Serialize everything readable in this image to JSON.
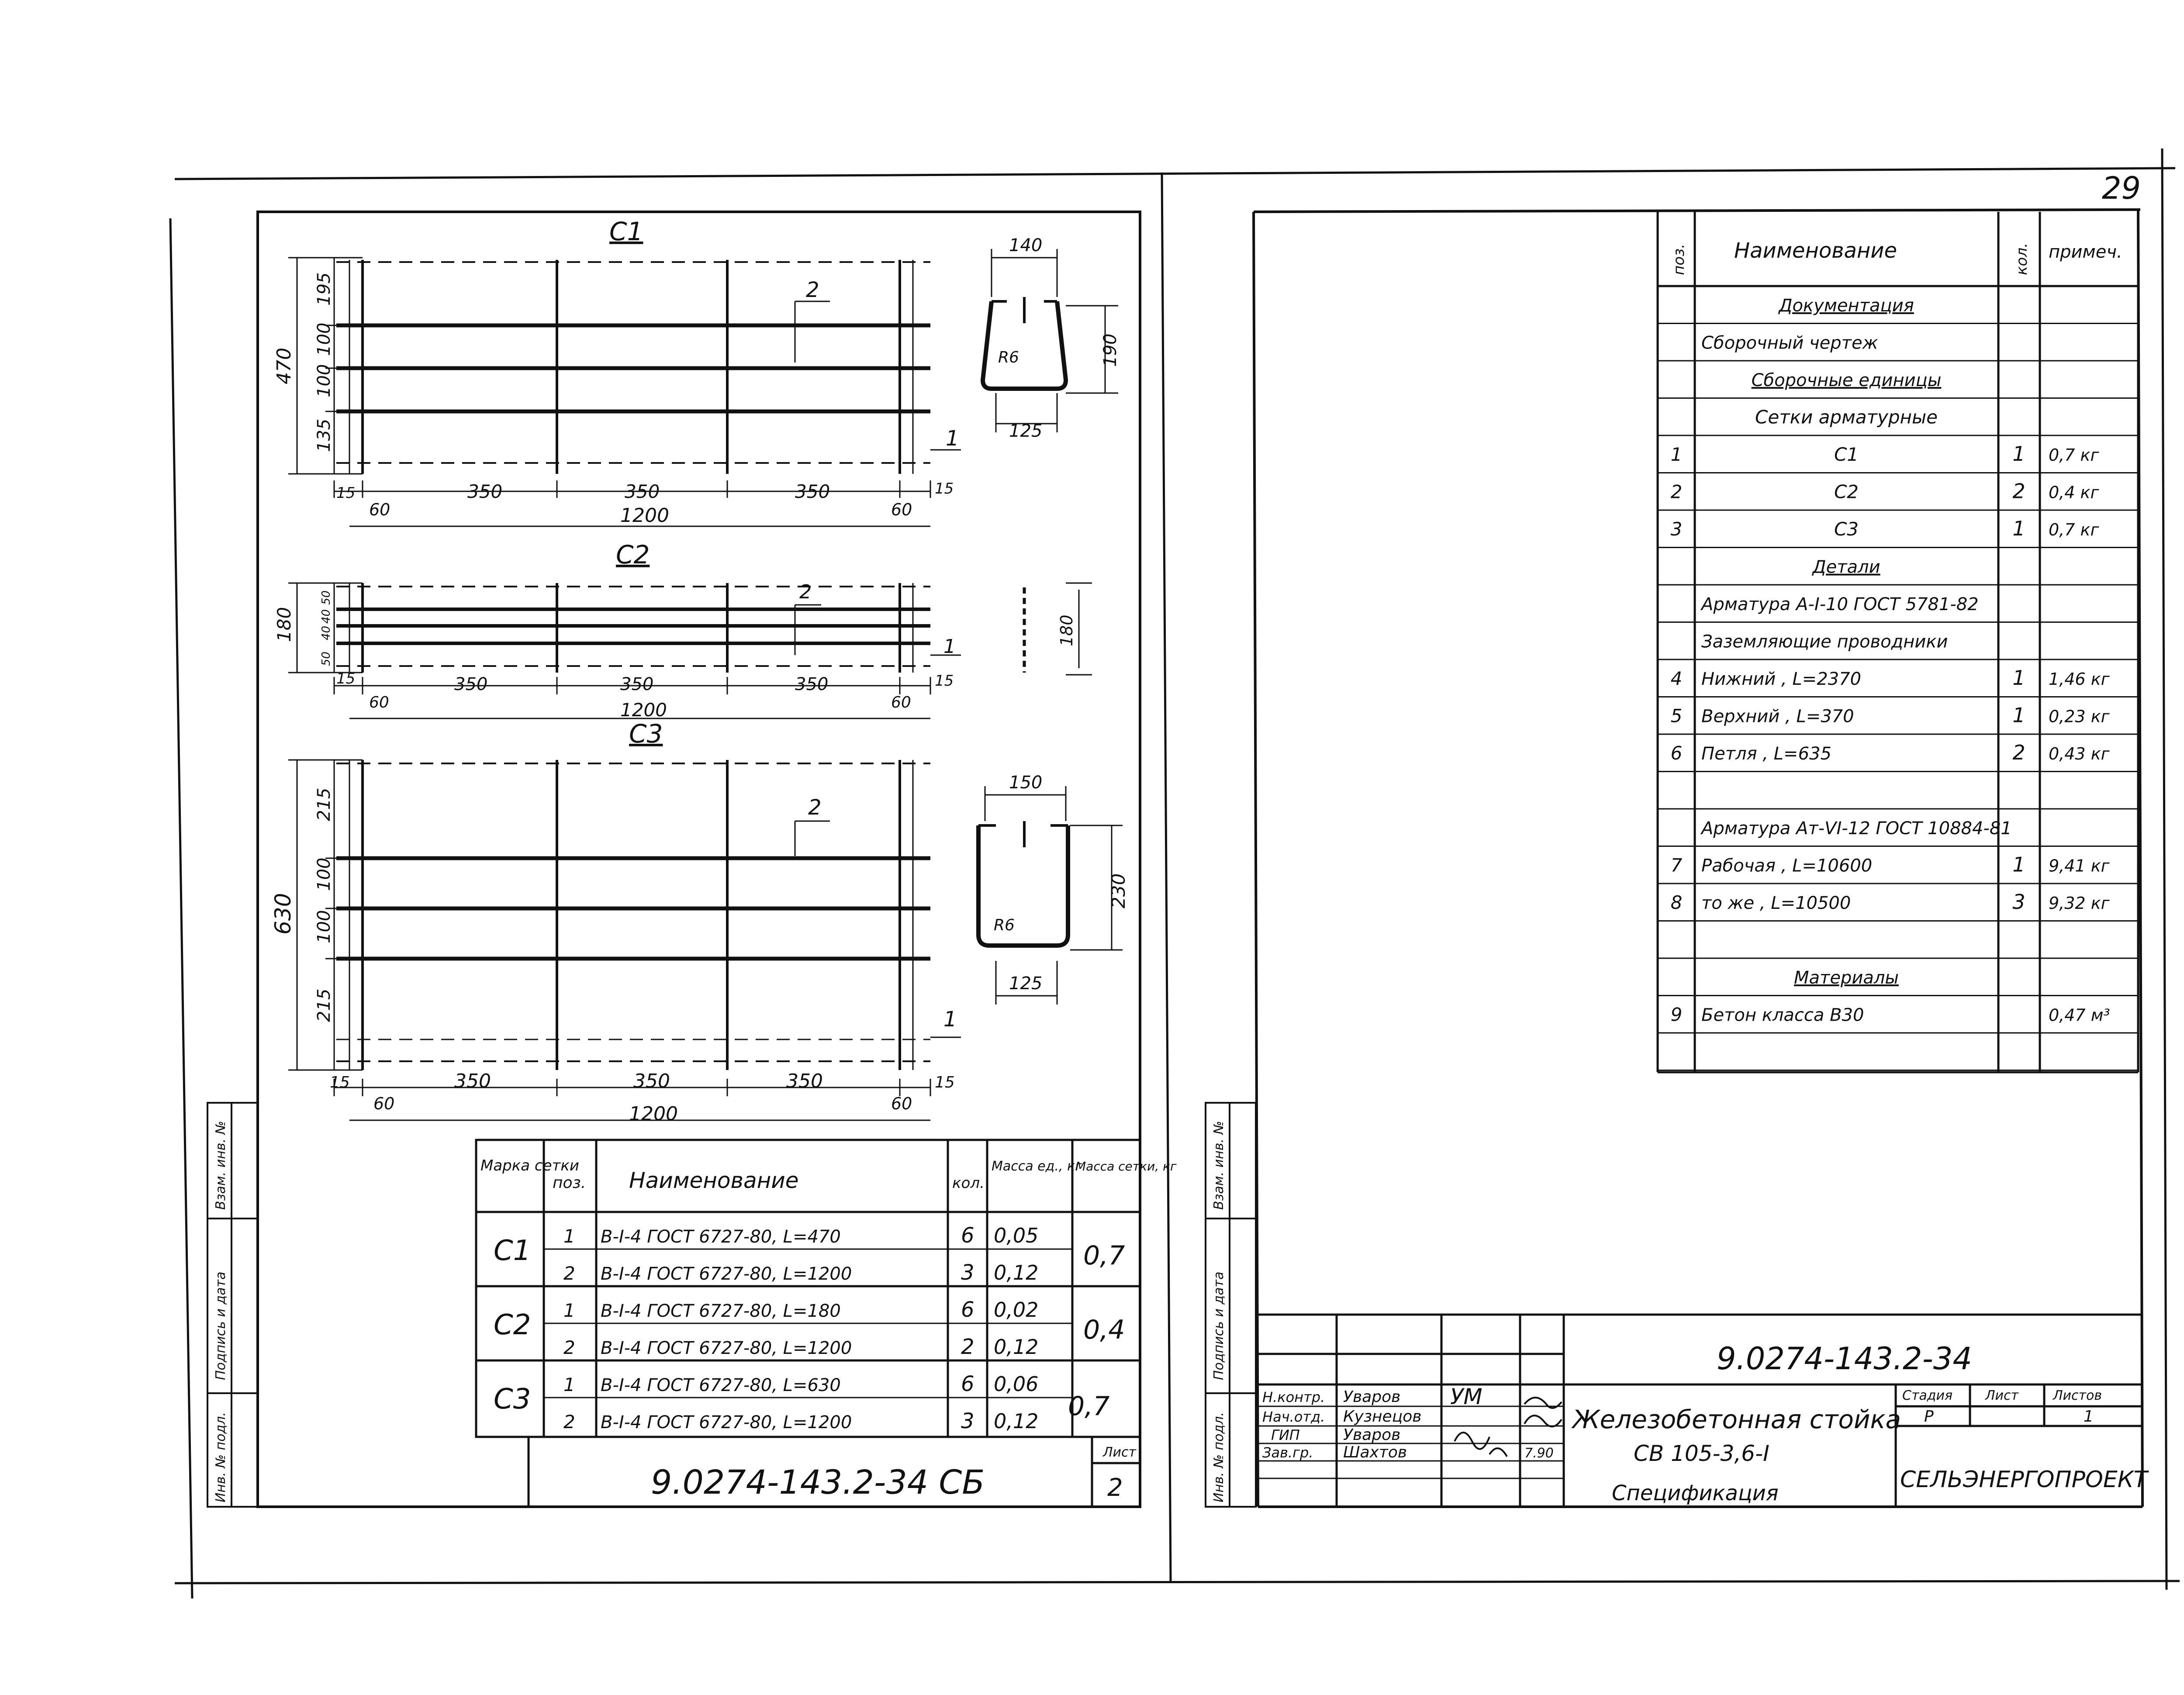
{
  "page_number": "29",
  "left_sheet": {
    "nets": [
      {
        "label": "С1",
        "pos1": "1",
        "pos2": "2",
        "vert_dims": [
          "470",
          "195",
          "100",
          "100",
          "135"
        ],
        "horiz_dims": [
          "15",
          "60",
          "350",
          "350",
          "350",
          "60",
          "15"
        ],
        "total": "1200",
        "section": {
          "width": "140",
          "height": "190",
          "base": "125",
          "radius": "R6"
        }
      },
      {
        "label": "С2",
        "pos1": "1",
        "pos2": "2",
        "vert_dims": [
          "180",
          "50",
          "40",
          "40",
          "50"
        ],
        "horiz_dims": [
          "15",
          "60",
          "350",
          "350",
          "350",
          "60",
          "15"
        ],
        "total": "1200",
        "section": {
          "height": "180"
        }
      },
      {
        "label": "С3",
        "pos1": "1",
        "pos2": "2",
        "vert_dims": [
          "630",
          "215",
          "100",
          "100",
          "215"
        ],
        "horiz_dims": [
          "15",
          "60",
          "350",
          "350",
          "350",
          "60",
          "15"
        ],
        "total": "1200",
        "section": {
          "width": "150",
          "height": "230",
          "base": "125",
          "radius": "R6"
        }
      }
    ],
    "table": {
      "headers": [
        "Марка сетки",
        "поз.",
        "Наименование",
        "кол.",
        "Масса ед., кг",
        "Масса сетки, кг"
      ],
      "groups": [
        {
          "mark": "С1",
          "mass": "0,7",
          "rows": [
            {
              "pos": "1",
              "name": "В-I-4 ГОСТ 6727-80, L=470",
              "qty": "6",
              "unit": "0,05"
            },
            {
              "pos": "2",
              "name": "В-I-4 ГОСТ 6727-80, L=1200",
              "qty": "3",
              "unit": "0,12"
            }
          ]
        },
        {
          "mark": "С2",
          "mass": "0,4",
          "rows": [
            {
              "pos": "1",
              "name": "В-I-4 ГОСТ 6727-80, L=180",
              "qty": "6",
              "unit": "0,02"
            },
            {
              "pos": "2",
              "name": "В-I-4 ГОСТ 6727-80, L=1200",
              "qty": "2",
              "unit": "0,12"
            }
          ]
        },
        {
          "mark": "С3",
          "mass": "0,7",
          "rows": [
            {
              "pos": "1",
              "name": "В-I-4 ГОСТ 6727-80, L=630",
              "qty": "6",
              "unit": "0,06"
            },
            {
              "pos": "2",
              "name": "В-I-4 ГОСТ 6727-80, L=1200",
              "qty": "3",
              "unit": "0,12"
            }
          ]
        }
      ]
    },
    "doc_code": "9.0274-143.2-34 СБ",
    "sheet_label": "Лист",
    "sheet_no": "2",
    "side_stamp": [
      "Инв. № подл.",
      "Подпись и дата",
      "Взам. инв. №"
    ]
  },
  "right_sheet": {
    "spec": {
      "headers": [
        "поз.",
        "Наименование",
        "кол.",
        "примеч."
      ],
      "rows": [
        {
          "pos": "",
          "name": "Документация",
          "qty": "",
          "note": "",
          "style": "heading"
        },
        {
          "pos": "",
          "name": "Сборочный чертеж",
          "qty": "",
          "note": "",
          "style": "text"
        },
        {
          "pos": "",
          "name": "Сборочные единицы",
          "qty": "",
          "note": "",
          "style": "heading"
        },
        {
          "pos": "",
          "name": "Сетки арматурные",
          "qty": "",
          "note": "",
          "style": "center"
        },
        {
          "pos": "1",
          "name": "С1",
          "qty": "1",
          "note": "0,7 кг",
          "style": "center"
        },
        {
          "pos": "2",
          "name": "С2",
          "qty": "2",
          "note": "0,4 кг",
          "style": "center"
        },
        {
          "pos": "3",
          "name": "С3",
          "qty": "1",
          "note": "0,7 кг",
          "style": "center"
        },
        {
          "pos": "",
          "name": "Детали",
          "qty": "",
          "note": "",
          "style": "heading"
        },
        {
          "pos": "",
          "name": "Арматура А-I-10 ГОСТ 5781-82",
          "qty": "",
          "note": "",
          "style": "text"
        },
        {
          "pos": "",
          "name": "Заземляющие проводники",
          "qty": "",
          "note": "",
          "style": "text"
        },
        {
          "pos": "4",
          "name": "Нижний , L=2370",
          "qty": "1",
          "note": "1,46 кг",
          "style": "text"
        },
        {
          "pos": "5",
          "name": "Верхний , L=370",
          "qty": "1",
          "note": "0,23 кг",
          "style": "text"
        },
        {
          "pos": "6",
          "name": "Петля , L=635",
          "qty": "2",
          "note": "0,43 кг",
          "style": "text"
        },
        {
          "pos": "",
          "name": "",
          "qty": "",
          "note": "",
          "style": "text"
        },
        {
          "pos": "",
          "name": "Арматура Ат-VI-12 ГОСТ 10884-81",
          "qty": "",
          "note": "",
          "style": "text"
        },
        {
          "pos": "7",
          "name": "Рабочая , L=10600",
          "qty": "1",
          "note": "9,41 кг",
          "style": "text"
        },
        {
          "pos": "8",
          "name": "то же , L=10500",
          "qty": "3",
          "note": "9,32 кг",
          "style": "text"
        },
        {
          "pos": "",
          "name": "",
          "qty": "",
          "note": "",
          "style": "text"
        },
        {
          "pos": "",
          "name": "Материалы",
          "qty": "",
          "note": "",
          "style": "heading"
        },
        {
          "pos": "9",
          "name": "Бетон класса В30",
          "qty": "",
          "note": "0,47 м³",
          "style": "text"
        },
        {
          "pos": "",
          "name": "",
          "qty": "",
          "note": "",
          "style": "text"
        }
      ]
    },
    "title_block": {
      "code": "9.0274-143.2-34",
      "staff": [
        {
          "role": "Н.контр.",
          "name": "Уваров",
          "sign": "УМ"
        },
        {
          "role": "Нач.отд.",
          "name": "Кузнецов",
          "sign": ""
        },
        {
          "role": "ГИП",
          "name": "Уваров",
          "sign": ""
        },
        {
          "role": "Зав.гр.",
          "name": "Шахтов",
          "sign": ""
        }
      ],
      "date": "7.90",
      "title_line1": "Железобетонная стойка",
      "title_line2": "СВ 105-3,6-I",
      "title_line3": "Спецификация",
      "stage_label": "Стадия",
      "sheet_label": "Лист",
      "sheets_label": "Листов",
      "stage": "Р",
      "sheets": "1",
      "org": "СЕЛЬЭНЕРГОПРОЕКТ"
    },
    "side_stamp": [
      "Инв. № подл.",
      "Подпись и дата",
      "Взам. инв. №"
    ]
  }
}
